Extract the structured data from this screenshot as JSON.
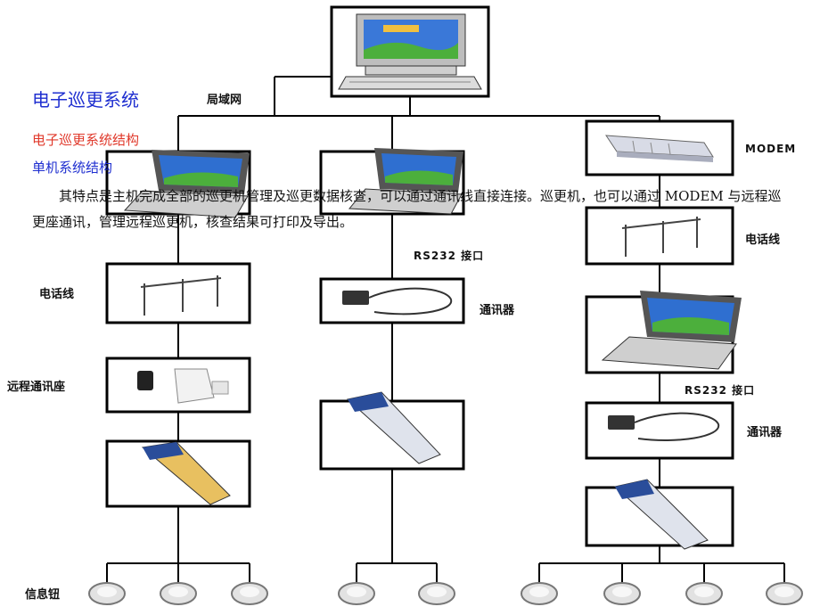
{
  "heading": {
    "title": "电子巡更系统",
    "subtitle_red": "电子巡更系统结构",
    "subtitle_blue": "单机系统结构"
  },
  "description": "其特点是主机完成全部的巡更机管理及巡更数据核查，可以通过通讯线直接连接。巡更机，也可以通过 MODEM 与远程巡更座通讯，管理远程巡更机，核查结果可打印及导出。",
  "labels": {
    "lan": "局域网",
    "modem": "MODEM",
    "phone_line_left": "电话线",
    "phone_line_right": "电话线",
    "remote_base": "远程通讯座",
    "rs232_center": "RS232 接口",
    "rs232_right": "RS232 接口",
    "comm_center": "通讯器",
    "comm_right": "通讯器",
    "info_button": "信息钮"
  },
  "colors": {
    "title_blue": "#1f2fd0",
    "subtitle_red": "#e0382a"
  }
}
